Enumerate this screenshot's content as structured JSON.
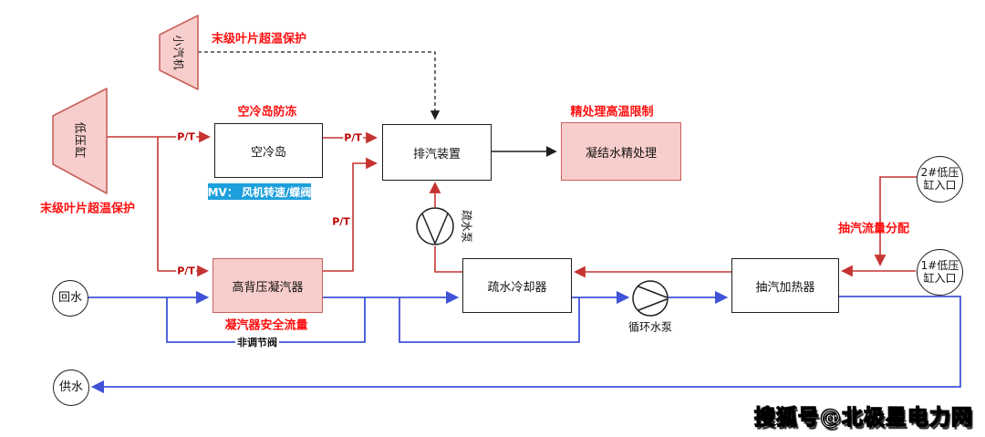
{
  "turbines": {
    "small_turbine": "小汽机",
    "lp_cylinder": "低压缸"
  },
  "nodes": {
    "air_cooling_island": "空冷岛",
    "exhaust_device": "排汽装置",
    "condensate_polishing": "凝结水精处理",
    "high_backpressure_condenser": "高背压凝汽器",
    "drain_cooler": "疏水冷却器",
    "extraction_heater": "抽汽加热器"
  },
  "pumps": {
    "drain_pump": "疏水泵",
    "circulating_pump": "循环水泵"
  },
  "terminals": {
    "return_water": "回水",
    "supply_water": "供水",
    "lp2_line1": "2#低压",
    "lp2_line2": "缸入口",
    "lp1_line1": "1#低压",
    "lp1_line2": "缸入口"
  },
  "annotations": {
    "blade_overtemp_top": "末级叶片超温保护",
    "blade_overtemp_left": "末级叶片超温保护",
    "aci_antifreeze": "空冷岛防冻",
    "polishing_temp_limit": "精处理高温限制",
    "condenser_safe_flow": "凝汽器安全流量",
    "extraction_flow_dist": "抽汽流量分配",
    "mv_badge": "MV： 风机转速/蝶阀",
    "non_regulating_valve": "非调节阀",
    "pt": "P/T"
  },
  "watermark": "搜狐号@北极星电力网",
  "colors": {
    "steam_line_red": "#C53431",
    "water_line_blue": "#4053D7",
    "annotation_red": "#FE1010",
    "equipment_pink_fill": "#F8CECC",
    "equipment_pink_stroke": "#C9605B",
    "mv_badge_blue": "#1C9FDC",
    "box_stroke_black": "#1F1F1F"
  }
}
